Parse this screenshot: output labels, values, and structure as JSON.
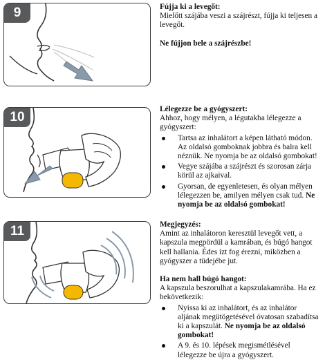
{
  "steps": [
    {
      "number": "9",
      "icon": "exhale-away-icon",
      "heading": "Fújja ki a levegőt:",
      "body": "Mielőtt szájába veszi a szájrészt, fújja ki teljesen a levegőt.",
      "warning": "Ne fújjon bele a szájrészbe!"
    },
    {
      "number": "10",
      "icon": "inhale-inhaler-icon",
      "heading": "Lélegezze be a gyógyszert:",
      "body": "Ahhoz, hogy mélyen, a légutakba lélegezze a gyógyszert:",
      "bullets": [
        {
          "text": "Tartsa az inhalátort a képen látható módon. Az oldalsó gomboknak jobbra és balra kell néznük. Ne nyomja be az oldalsó gombokat!",
          "bold": ""
        },
        {
          "text": "Vegye szájába a szájrészt és szorosan zárja körül az ajkaival.",
          "bold": ""
        },
        {
          "text": "Gyorsan, de egyenletesen, és olyan mélyen lélegezzen be, amilyen mélyen csak tud. ",
          "bold": "Ne nyomja be az oldalsó gombokat!"
        }
      ]
    },
    {
      "number": "11",
      "icon": "whirring-sound-icon",
      "heading": "Megjegyzés:",
      "body": "Amint az inhalátoron keresztül levegőt vett, a kapszula megpördül a kamrában, és búgó hangot kell hallania. Édes ízt fog érezni, miközben a gyógyszer a tüdejébe jut.",
      "subheading": "Ha nem hall búgó hangot:",
      "subbody": "A kapszula beszorulhat a kapszulakamrába. Ha ez bekövetkezik:",
      "bullets": [
        {
          "text": "Nyissa ki az inhalátort, és az inhalátor aljának megütögetésével óvatosan szabadítsa ki a kapszulát. ",
          "bold": "Ne nyomja be az oldalsó gombokat!"
        },
        {
          "text": "A 9. és 10. lépések megismétlésével lélegezze be újra a gyógyszert.",
          "bold": ""
        }
      ]
    }
  ],
  "colors": {
    "badge": "#58595b",
    "arrow": "#8a9aab",
    "capsule": "#f5b800",
    "line": "#333333"
  }
}
